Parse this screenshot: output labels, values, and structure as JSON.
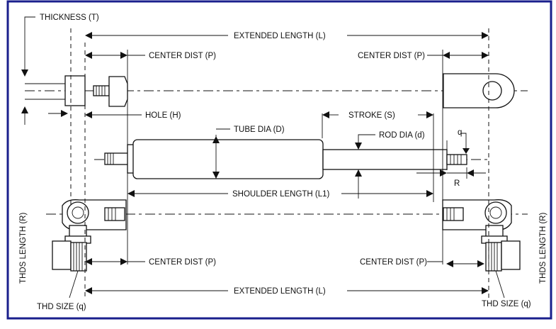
{
  "labels": {
    "thickness": "THICKNESS (T)",
    "extended_length_top": "EXTENDED LENGTH (L)",
    "center_dist_top_left": "CENTER DIST (P)",
    "center_dist_top_right": "CENTER DIST (P)",
    "hole": "HOLE  (H)",
    "stroke": "STROKE (S)",
    "tube_dia": "TUBE  DIA (D)",
    "rod_dia": "ROD DIA (d)",
    "q": "q",
    "r": "R",
    "shoulder_length": "SHOULDER LENGTH (L1)",
    "thds_length_left": "THDS LENGTH (R)",
    "thds_length_right": "THDS LENGTH (R)",
    "center_dist_bottom_left": "CENTER DIST (P)",
    "center_dist_bottom_right": "CENTER DIST (P)",
    "extended_length_bottom": "EXTENDED LENGTH (L)",
    "thd_size_left": "THD SIZE (q)",
    "thd_size_right": "THD SIZE (q)"
  },
  "colors": {
    "border": "#1a1f8c",
    "line": "#111111"
  }
}
